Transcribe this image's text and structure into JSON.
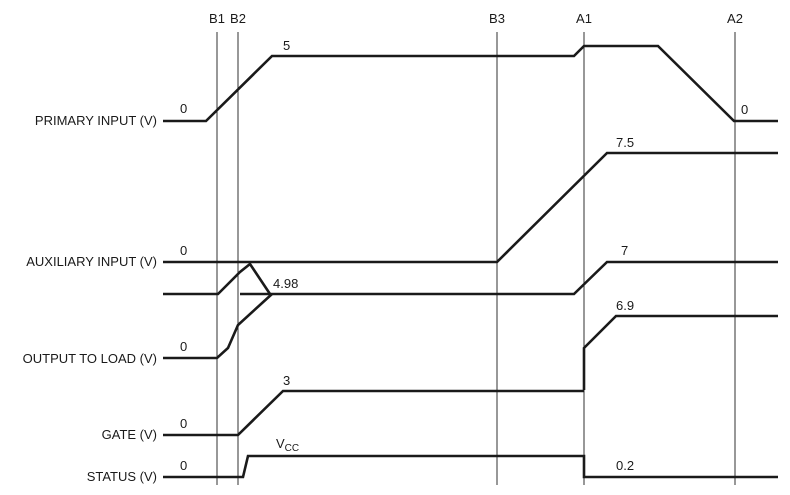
{
  "markers": [
    {
      "id": "b1",
      "label": "B1"
    },
    {
      "id": "b2",
      "label": "B2"
    },
    {
      "id": "b3",
      "label": "B3"
    },
    {
      "id": "a1",
      "label": "A1"
    },
    {
      "id": "a2",
      "label": "A2"
    }
  ],
  "signals": [
    {
      "id": "primary-input",
      "label": "PRIMARY INPUT (V)",
      "values": [
        "0",
        "5",
        "0"
      ]
    },
    {
      "id": "auxiliary-input",
      "label": "AUXILIARY INPUT (V)",
      "values": [
        "0",
        "7.5"
      ]
    },
    {
      "id": "gate-aux",
      "label": "",
      "values": [
        "7"
      ]
    },
    {
      "id": "output-to-load",
      "label": "OUTPUT TO LOAD (V)",
      "values": [
        "0",
        "4.98",
        "6.9"
      ]
    },
    {
      "id": "gate",
      "label": "GATE (V)",
      "values": [
        "0",
        "3"
      ]
    },
    {
      "id": "status",
      "label": "STATUS (V)",
      "values": [
        "0",
        "0.2"
      ]
    }
  ],
  "status_high": {
    "main": "V",
    "sub": "CC"
  }
}
